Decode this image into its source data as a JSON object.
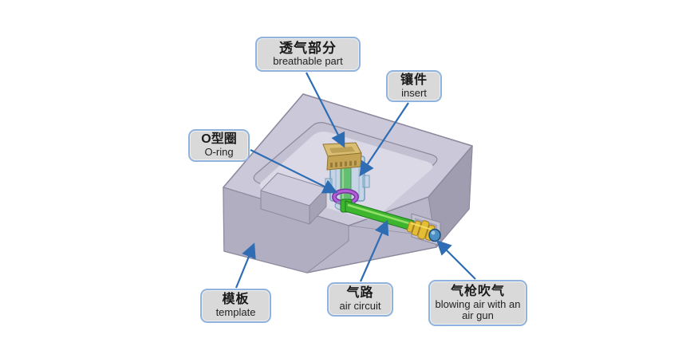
{
  "colors": {
    "background": "#ffffff",
    "edge": "#8d8a9e",
    "block_base": "#b9b6c9",
    "block_top": "#cbc8d9",
    "block_front": "#b1aec1",
    "block_right": "#a09db1",
    "pocket_wall": "#c3c0d2",
    "pocket_floor": "#dbd9e6",
    "island_top": "#cfccdd",
    "island_front": "#b2afc2",
    "island_side": "#a5a2b5",
    "pipe_green": "#3db52e",
    "pipe_green_dark": "#1d7a1d",
    "pipe_green_light": "#9ce46f",
    "cap_top": "#d9bd73",
    "cap_front": "#c4a355",
    "cap_side": "#a98c41",
    "cap_edge": "#8f7430",
    "sleeve_fill": "rgba(165,206,228,0.38)",
    "sleeve_stroke": "#6f9fbe",
    "oring_outer": "#7a35a0",
    "oring_inner": "#b05fd6",
    "gold": "#e3be35",
    "gold_dark": "#a87f1f",
    "gold_light": "#f4e06a",
    "blue_tip": "#4a90c4",
    "blue_tip_light": "#9cc6e4",
    "blue_tip_dark": "#1d4e7a",
    "leader": "#2e6db4",
    "label_bg": "#d9d9d9",
    "label_border": "#8fb3dc",
    "text": "#1a1a1a"
  },
  "labels": {
    "breathable": {
      "zh": "透气部分",
      "en": "breathable part"
    },
    "insert": {
      "zh": "镶件",
      "en": "insert"
    },
    "oring": {
      "zh": "O型圈",
      "en": "O-ring"
    },
    "template": {
      "zh": "模板",
      "en": "template"
    },
    "air_circuit": {
      "zh": "气路",
      "en": "air circuit"
    },
    "air_gun": {
      "zh": "气枪吹气",
      "en": "blowing air with an air gun"
    }
  }
}
